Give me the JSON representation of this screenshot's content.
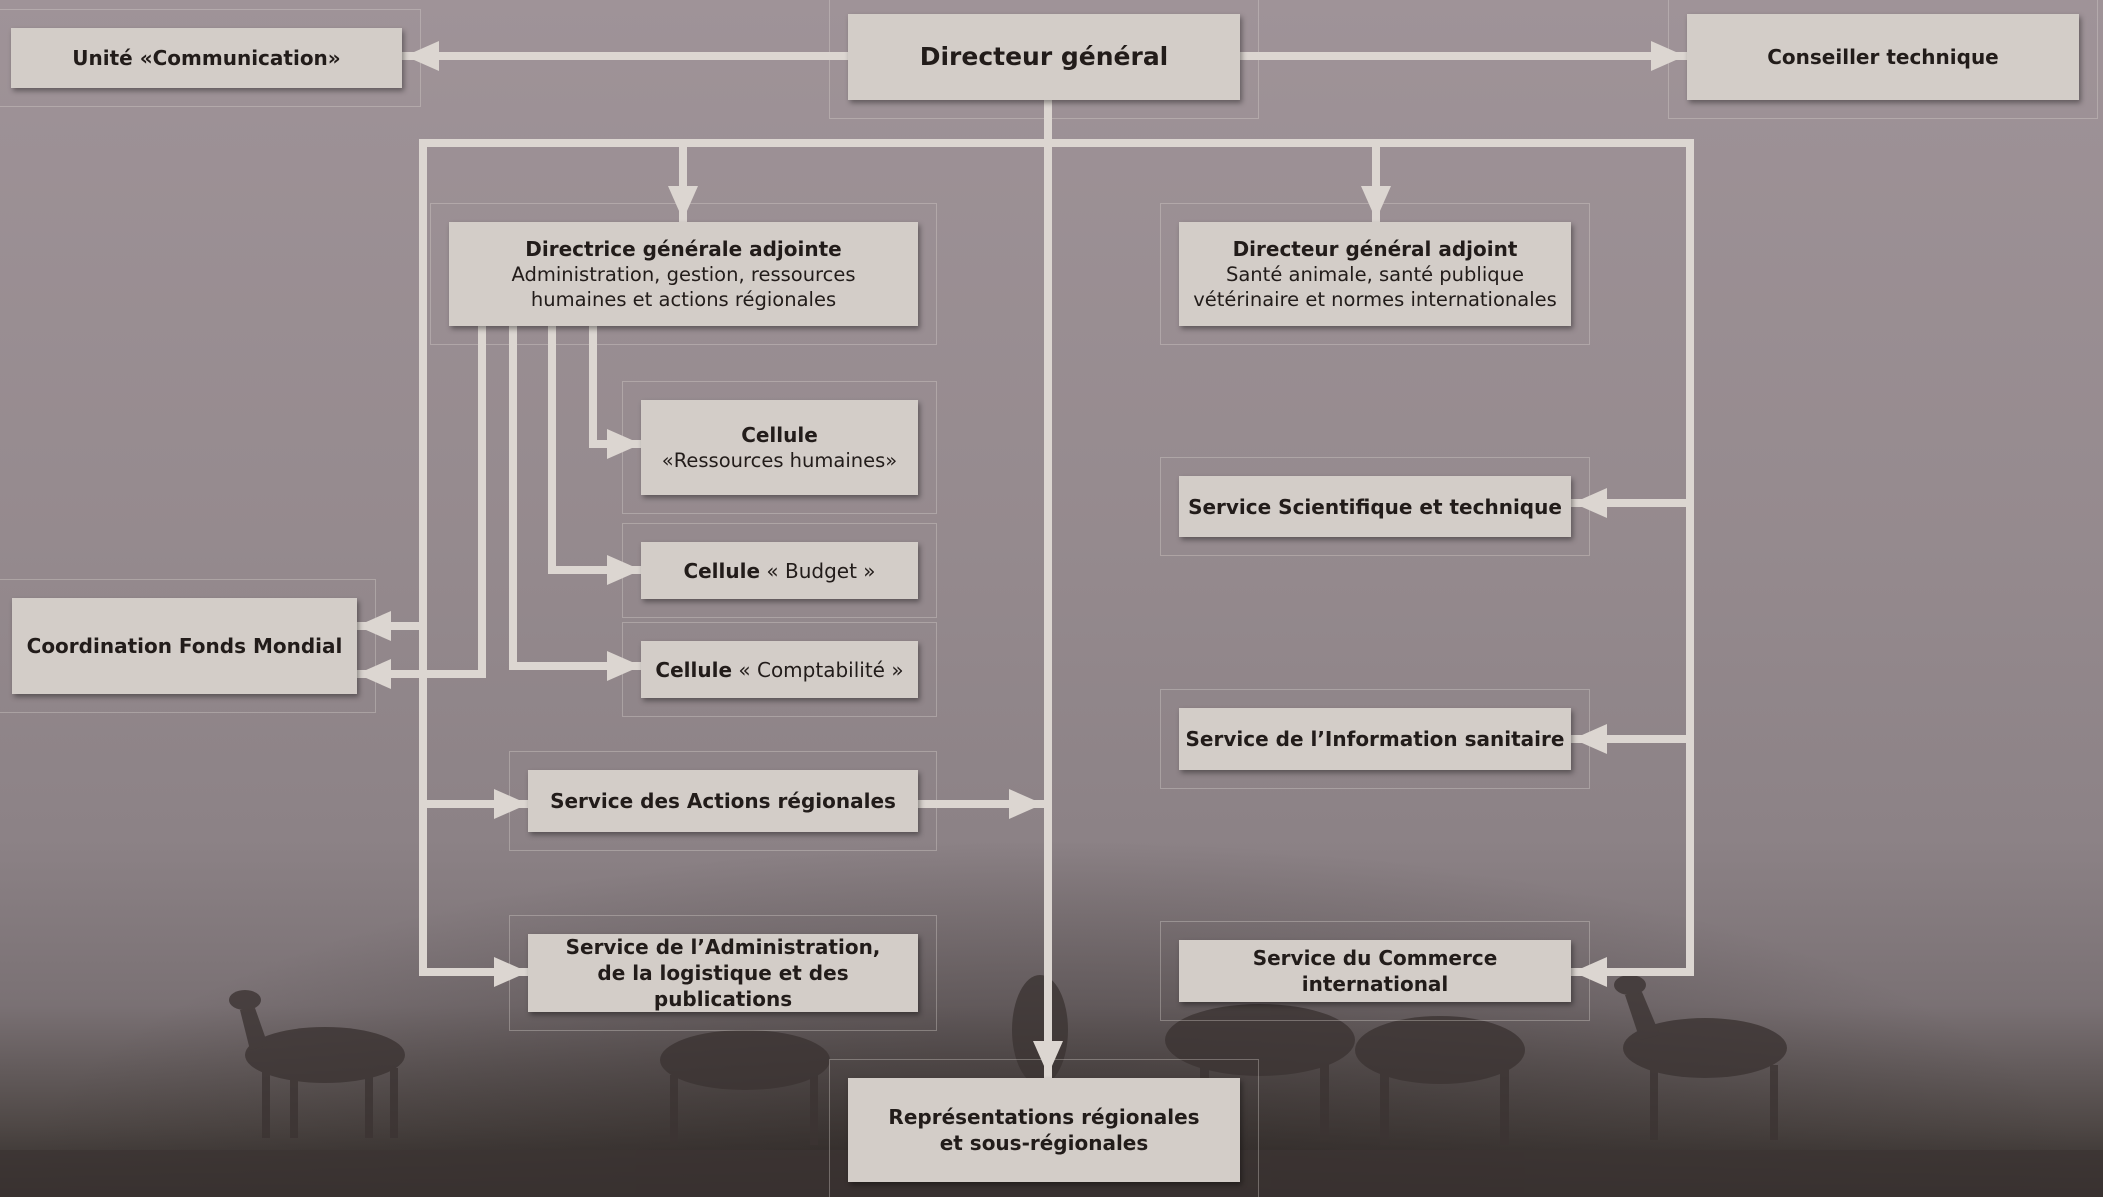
{
  "colors": {
    "box": "#d3cdc8",
    "connector": "#dcd6d1",
    "text": "#221c1a"
  },
  "nodes": {
    "director_general": {
      "title": "Directeur général"
    },
    "communication": {
      "title": "Unité «Communication»"
    },
    "technical_advisor": {
      "title": "Conseiller technique"
    },
    "deputy_admin": {
      "title": "Directrice générale adjointe",
      "line1": "Administration, gestion, ressources",
      "line2": "humaines et actions régionales"
    },
    "deputy_health": {
      "title": "Directeur général adjoint",
      "line1": "Santé animale, santé publique",
      "line2": "vétérinaire et normes internationales"
    },
    "cell_hr": {
      "title": "Cellule",
      "subtitle": "«Ressources humaines»"
    },
    "cell_budget": {
      "title": "Cellule",
      "subtitle": "« Budget »"
    },
    "cell_accounting": {
      "title": "Cellule",
      "subtitle": "« Comptabilité »"
    },
    "world_fund": {
      "title": "Coordination Fonds Mondial"
    },
    "regional_actions": {
      "title": "Service des Actions régionales"
    },
    "administration": {
      "title1": "Service de l’Administration,",
      "title2": "de la logistique et des publications"
    },
    "scientific": {
      "title": "Service Scientifique et technique"
    },
    "health_info": {
      "title": "Service de l’Information sanitaire"
    },
    "trade": {
      "title": "Service du Commerce international"
    },
    "regional_reps": {
      "title1": "Représentations régionales",
      "title2": "et sous-régionales"
    }
  }
}
